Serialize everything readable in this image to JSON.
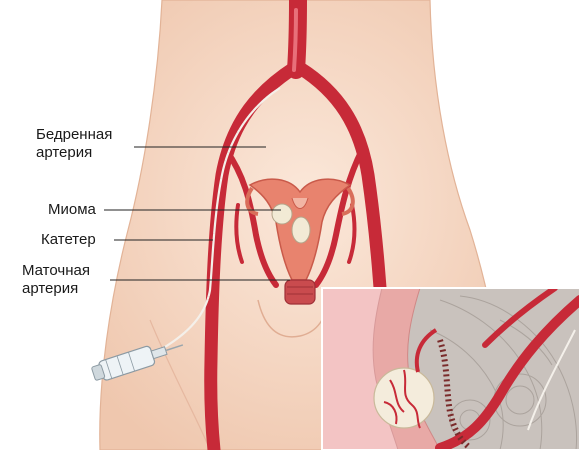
{
  "labels": {
    "femoral_artery": {
      "line1": "Бедренная",
      "line2": "артерия"
    },
    "myoma": "Миома",
    "catheter": "Катетер",
    "uterine_artery": {
      "line1": "Маточная",
      "line2": "артерия"
    }
  },
  "colors": {
    "skin": "#f6dccb",
    "artery": "#c72a38",
    "uterus": "#e8836e",
    "myoma": "#f2ead5",
    "inset_background": "#c9c2bd"
  },
  "icons": [
    "syringe-icon"
  ]
}
